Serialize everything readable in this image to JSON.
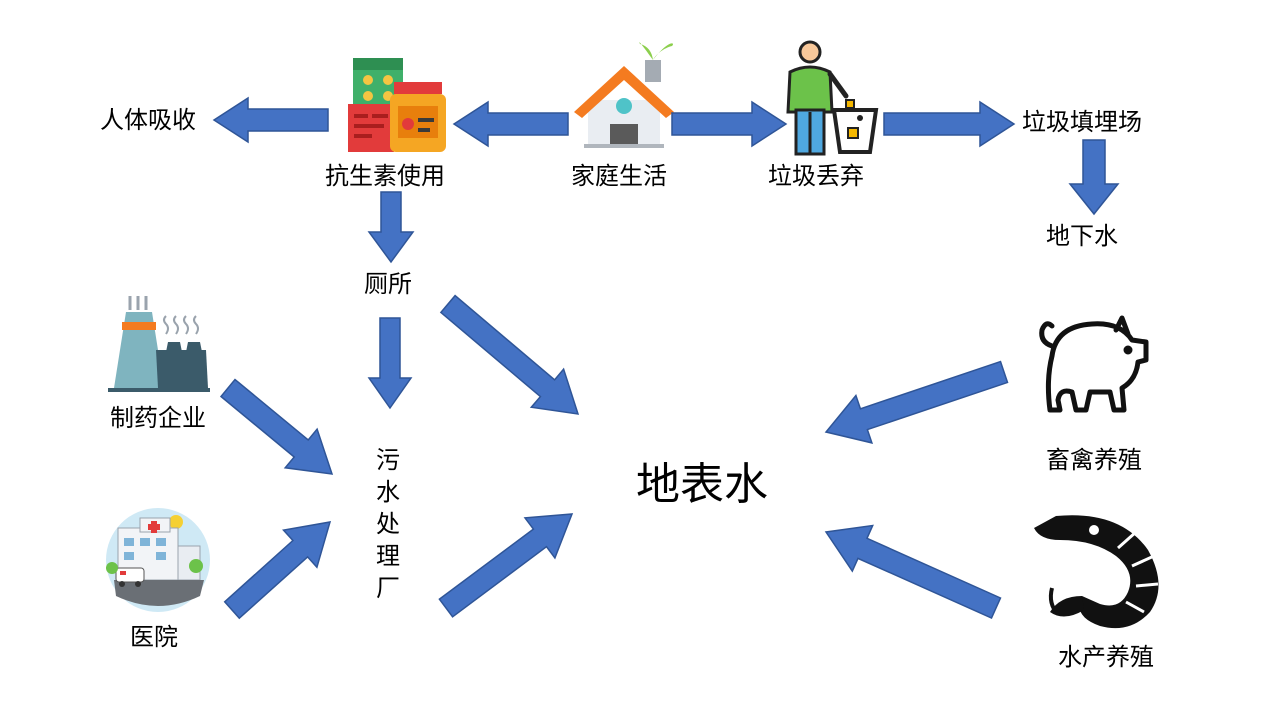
{
  "nodes": {
    "human_absorb": "人体吸收",
    "antibiotic_use": "抗生素使用",
    "household": "家庭生活",
    "garbage_discard": "垃圾丢弃",
    "landfill": "垃圾填埋场",
    "groundwater": "地下水",
    "toilet": "厕所",
    "pharma": "制药企业",
    "hospital": "医院",
    "sewage_plant": "污水处理厂",
    "surface_water": "地表水",
    "livestock": "畜禽养殖",
    "aquaculture": "水产养殖"
  },
  "colors": {
    "arrow": "#4472c4",
    "arrow_edge": "#2f5597",
    "text": "#000000"
  },
  "icons": {
    "antibiotic_use": "medicine-jars-icon",
    "household": "house-icon",
    "garbage_discard": "person-trash-icon",
    "pharma": "factory-icon",
    "hospital": "hospital-icon",
    "livestock": "pig-icon",
    "aquaculture": "shrimp-icon"
  }
}
